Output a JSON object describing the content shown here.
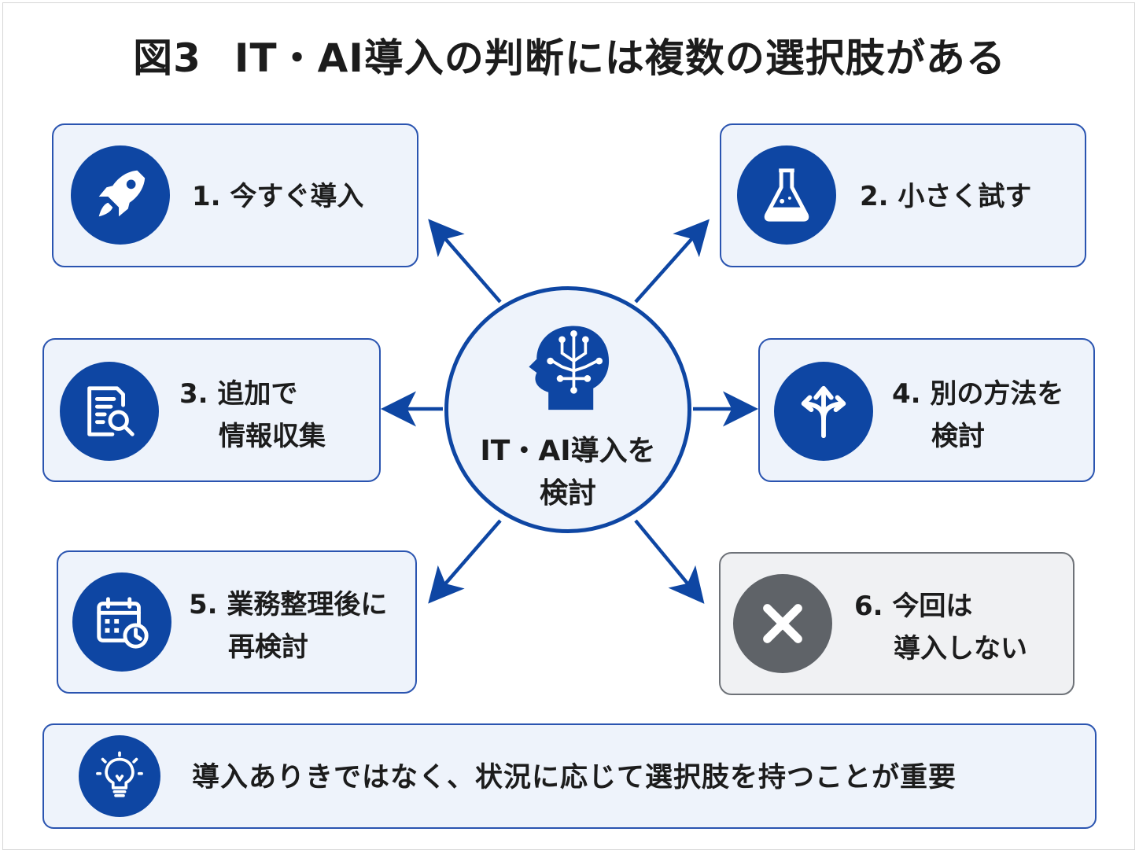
{
  "title": {
    "figure_label": "図3",
    "text": "IT・AI導入の判断には複数の選択肢がある"
  },
  "center": {
    "line1": "IT・AI導入を",
    "line2": "検討",
    "icon": "brain-circuit-head-icon"
  },
  "options": [
    {
      "line1": "1. 今すぐ導入",
      "line2": "",
      "icon": "rocket-icon"
    },
    {
      "line1": "2. 小さく試す",
      "line2": "",
      "icon": "flask-icon"
    },
    {
      "line1": "3. 追加で",
      "line2": "情報収集",
      "icon": "document-search-icon"
    },
    {
      "line1": "4. 別の方法を",
      "line2": "検討",
      "icon": "branching-arrows-icon"
    },
    {
      "line1": "5. 業務整理後に",
      "line2": "再検討",
      "icon": "calendar-clock-icon"
    },
    {
      "line1": "6. 今回は",
      "line2": "導入しない",
      "icon": "x-mark-icon"
    }
  ],
  "footer": {
    "text": "導入ありきではなく、状況に応じて選択肢を持つことが重要",
    "icon": "lightbulb-icon"
  },
  "colors": {
    "primary": "#0e46a3",
    "card_border": "#2a54b0",
    "card_bg": "#eef3fb",
    "gray": "#5f6368",
    "gray_border": "#6e7278"
  }
}
